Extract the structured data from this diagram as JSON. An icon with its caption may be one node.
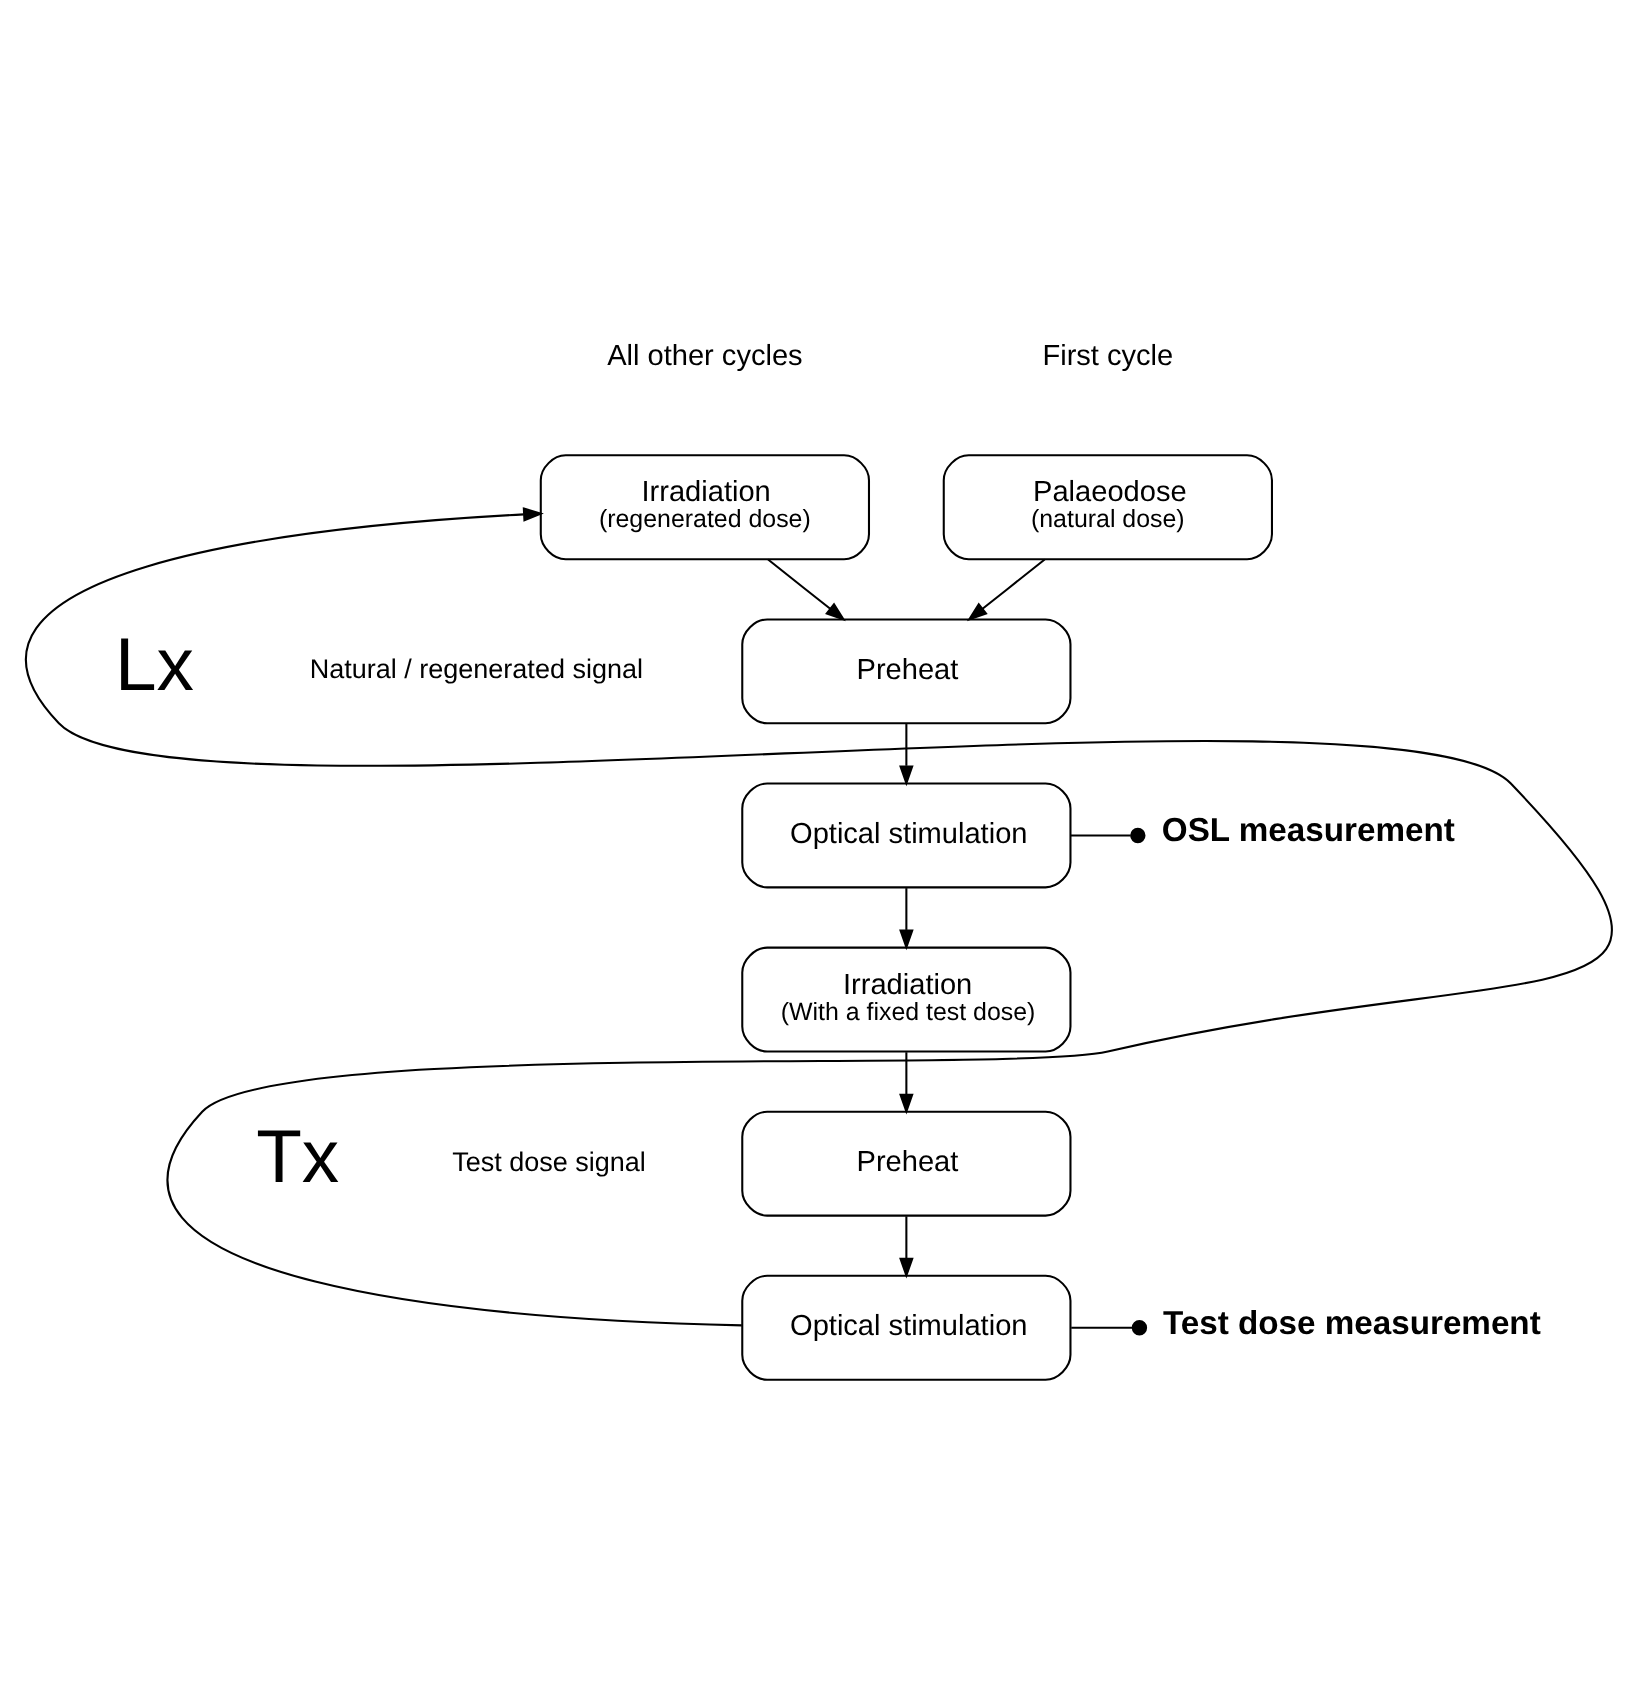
{
  "diagram": {
    "nodes": [
      {
        "text": [
          "Palaeodose",
          "(natural dose)"
        ]
      },
      {
        "text": [
          "Irradiation",
          "(regenerated dose)"
        ]
      },
      {
        "text": [
          "Preheat"
        ]
      },
      {
        "text": [
          "Optical stimulation"
        ]
      },
      {
        "text": [
          "OSL measurement"
        ]
      },
      {
        "text": [
          "Irradiation",
          "(With a fixed test dose)"
        ]
      },
      {
        "text": [
          "Preheat"
        ]
      },
      {
        "text": [
          "Optical stimulation"
        ]
      },
      {
        "text": [
          "Test dose measurement"
        ]
      }
    ],
    "edges": [
      {
        "from": 0,
        "to": 2,
        "arrow": "to"
      },
      {
        "from": 1,
        "to": 2,
        "arrow": "to"
      },
      {
        "from": 2,
        "to": 3,
        "arrow": "to"
      },
      {
        "from": 3,
        "to": 4,
        "arrow": "other"
      },
      {
        "from": 3,
        "to": 5,
        "arrow": "to"
      },
      {
        "from": 5,
        "to": 6,
        "arrow": "to"
      },
      {
        "from": 6,
        "to": 7,
        "arrow": "to"
      },
      {
        "from": 7,
        "to": 8,
        "arrow": "other"
      },
      {
        "from": 7,
        "to": 1,
        "arrow": "to"
      }
    ],
    "labels": [
      "First cycle",
      "All other cycles",
      "Lx",
      "Natural / regenerated signal",
      "Tx",
      "Test dose signal"
    ]
  }
}
